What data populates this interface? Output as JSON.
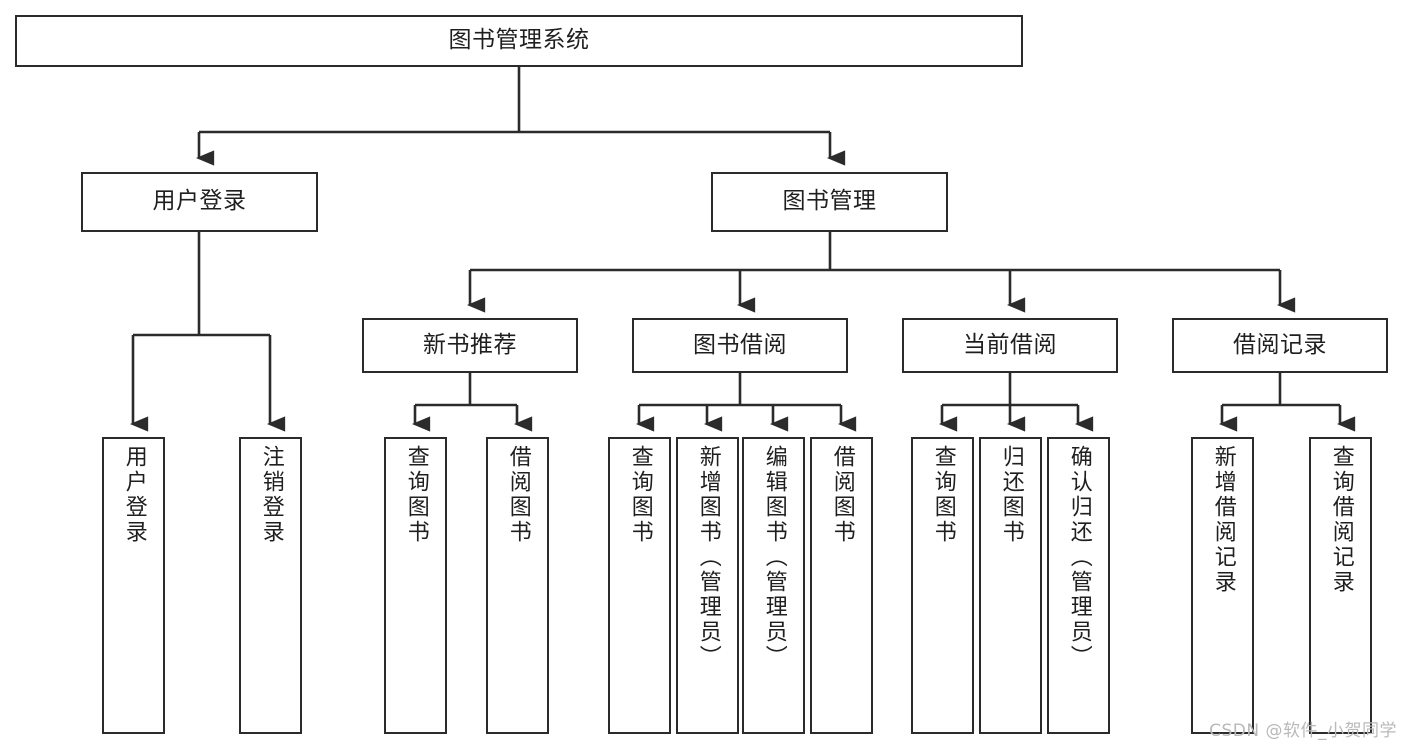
{
  "diagram": {
    "title": "图书管理系统",
    "type": "hierarchy-tree",
    "root": {
      "label": "图书管理系统"
    },
    "level2": [
      {
        "label": "用户登录"
      },
      {
        "label": "图书管理"
      }
    ],
    "level3": [
      {
        "label": "新书推荐"
      },
      {
        "label": "图书借阅"
      },
      {
        "label": "当前借阅"
      },
      {
        "label": "借阅记录"
      }
    ],
    "leaves": {
      "user_login": [
        {
          "label": "用户登录"
        },
        {
          "label": "注销登录"
        }
      ],
      "new_book_recommend": [
        {
          "label": "查询图书"
        },
        {
          "label": "借阅图书"
        }
      ],
      "book_borrow": [
        {
          "label": "查询图书"
        },
        {
          "label": "新增图书（管理员）"
        },
        {
          "label": "编辑图书（管理员）"
        },
        {
          "label": "借阅图书"
        }
      ],
      "current_borrow": [
        {
          "label": "查询图书"
        },
        {
          "label": "归还图书"
        },
        {
          "label": "确认归还（管理员）"
        }
      ],
      "borrow_record": [
        {
          "label": "新增借阅记录"
        },
        {
          "label": "查询借阅记录"
        }
      ]
    }
  },
  "watermark": {
    "text": "CSDN @软件_小贺同学"
  },
  "colors": {
    "stroke": "#2b2b2b",
    "background": "#ffffff",
    "text": "#1f1f1f",
    "watermark": "#b9b9b9"
  }
}
